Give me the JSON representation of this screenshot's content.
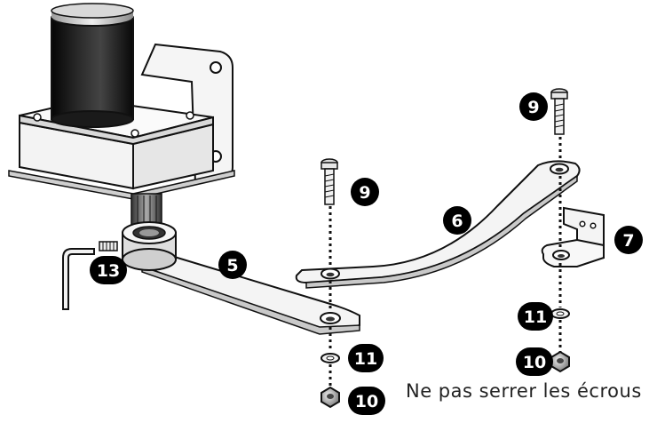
{
  "parts": {
    "p5": "5",
    "p6": "6",
    "p7": "7",
    "p9a": "9",
    "p9b": "9",
    "p10a": "10",
    "p10b": "10",
    "p11a": "11",
    "p11b": "11",
    "p13": "13"
  },
  "note": "Ne pas serrer les écrous",
  "colors": {
    "ink": "#111111",
    "motor_dark": "#1a1a1a",
    "metal_light": "#f2f2f2",
    "metal_mid": "#bdbdbd",
    "badge": "#000000"
  }
}
